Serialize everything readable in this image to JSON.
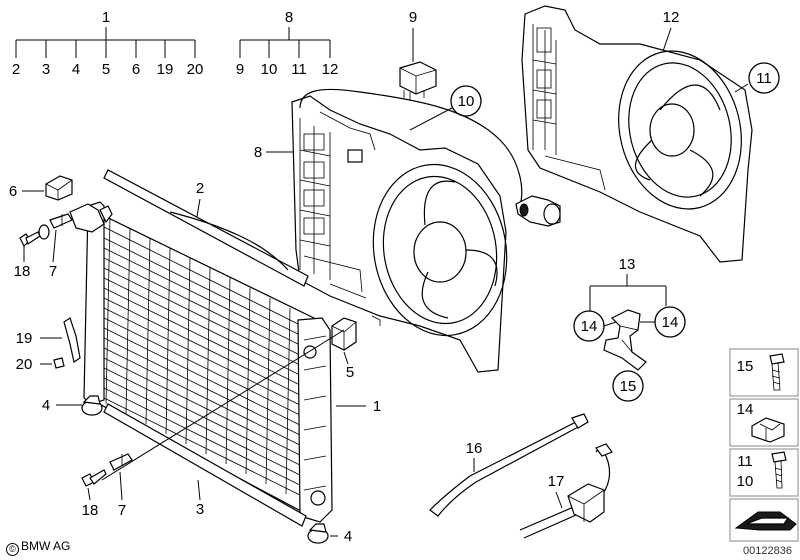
{
  "groups": {
    "g1": {
      "head": "1",
      "items": [
        "2",
        "3",
        "4",
        "5",
        "6",
        "19",
        "20"
      ]
    },
    "g8": {
      "head": "8",
      "items": [
        "9",
        "10",
        "11",
        "12"
      ]
    },
    "g13": {
      "head": "13",
      "items": [
        "14",
        "14"
      ]
    }
  },
  "callouts": {
    "c9": "9",
    "c10": "10",
    "c12": "12",
    "c11": "11",
    "c8": "8",
    "c6": "6",
    "c2": "2",
    "c18a": "18",
    "c7a": "7",
    "c19": "19",
    "c20": "20",
    "c5": "5",
    "c4a": "4",
    "c1": "1",
    "c3": "3",
    "c18b": "18",
    "c7b": "7",
    "c4b": "4",
    "c16": "16",
    "c17": "17",
    "c15": "15"
  },
  "legend": [
    "15",
    "14",
    "11",
    "10"
  ],
  "footer": {
    "brand": "BMW AG",
    "brand_mark": "©",
    "doc": "00122836"
  }
}
